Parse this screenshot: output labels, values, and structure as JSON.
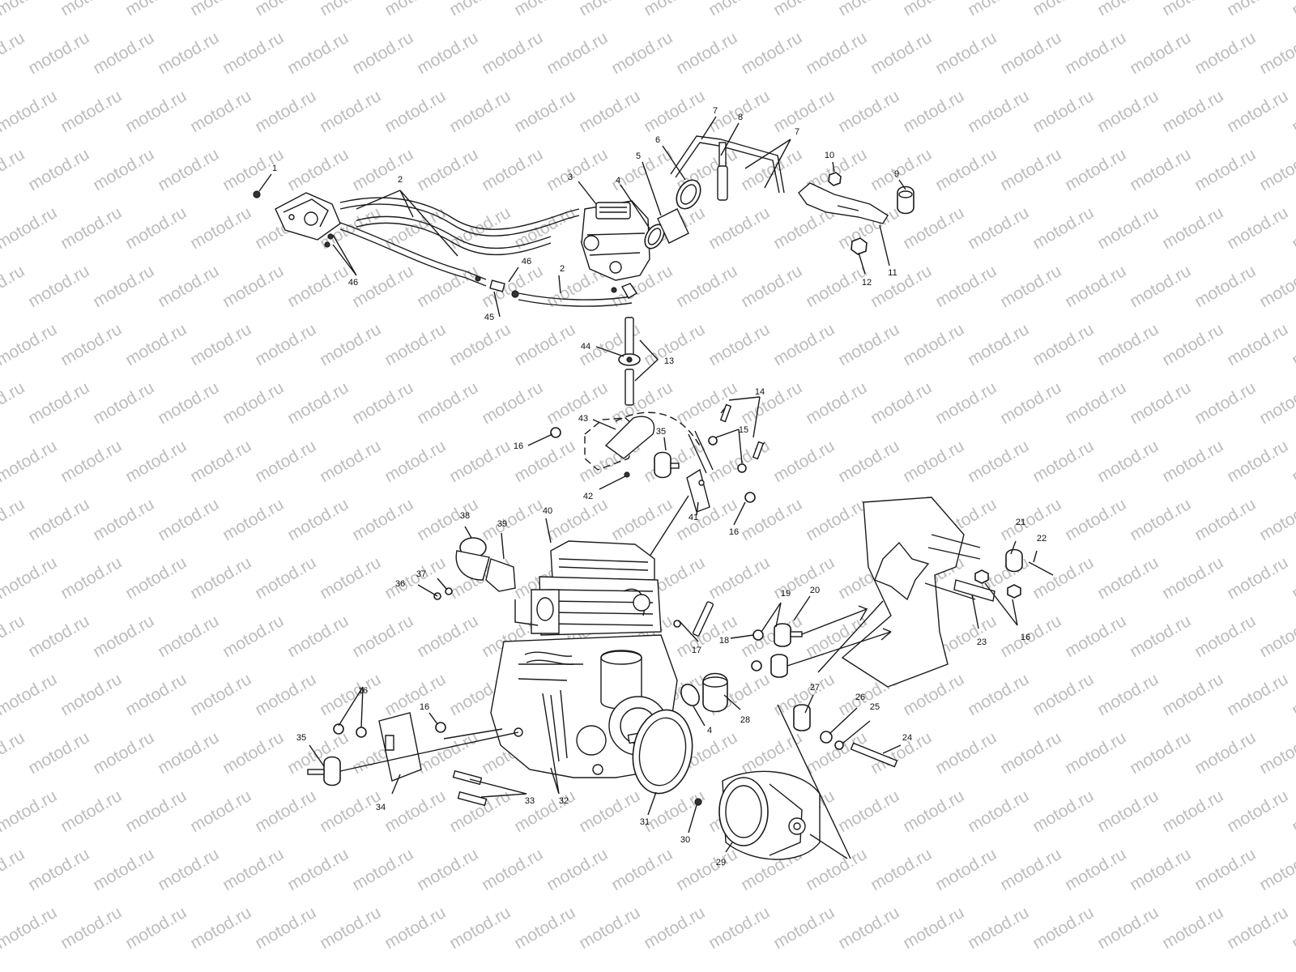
{
  "watermark": {
    "text": "motod.ru"
  },
  "callouts": [
    {
      "id": "c1",
      "text": "1"
    },
    {
      "id": "c2a",
      "text": "2"
    },
    {
      "id": "c2b",
      "text": "2"
    },
    {
      "id": "c3",
      "text": "3"
    },
    {
      "id": "c4a",
      "text": "4"
    },
    {
      "id": "c4b",
      "text": "4"
    },
    {
      "id": "c5",
      "text": "5"
    },
    {
      "id": "c6",
      "text": "6"
    },
    {
      "id": "c7a",
      "text": "7"
    },
    {
      "id": "c7b",
      "text": "7"
    },
    {
      "id": "c8",
      "text": "8"
    },
    {
      "id": "c9",
      "text": "9"
    },
    {
      "id": "c10",
      "text": "10"
    },
    {
      "id": "c11",
      "text": "11"
    },
    {
      "id": "c12",
      "text": "12"
    },
    {
      "id": "c13",
      "text": "13"
    },
    {
      "id": "c14",
      "text": "14"
    },
    {
      "id": "c15",
      "text": "15"
    },
    {
      "id": "c16a",
      "text": "16"
    },
    {
      "id": "c16b",
      "text": "16"
    },
    {
      "id": "c16c",
      "text": "16"
    },
    {
      "id": "c16d",
      "text": "16"
    },
    {
      "id": "c16e",
      "text": "16"
    },
    {
      "id": "c17",
      "text": "17"
    },
    {
      "id": "c18",
      "text": "18"
    },
    {
      "id": "c19",
      "text": "19"
    },
    {
      "id": "c20",
      "text": "20"
    },
    {
      "id": "c21",
      "text": "21"
    },
    {
      "id": "c22",
      "text": "22"
    },
    {
      "id": "c23",
      "text": "23"
    },
    {
      "id": "c24",
      "text": "24"
    },
    {
      "id": "c25",
      "text": "25"
    },
    {
      "id": "c26",
      "text": "26"
    },
    {
      "id": "c27",
      "text": "27"
    },
    {
      "id": "c28",
      "text": "28"
    },
    {
      "id": "c29",
      "text": "29"
    },
    {
      "id": "c30",
      "text": "30"
    },
    {
      "id": "c31",
      "text": "31"
    },
    {
      "id": "c32",
      "text": "32"
    },
    {
      "id": "c33",
      "text": "33"
    },
    {
      "id": "c34",
      "text": "34"
    },
    {
      "id": "c35a",
      "text": "35"
    },
    {
      "id": "c35b",
      "text": "35"
    },
    {
      "id": "c36",
      "text": "36"
    },
    {
      "id": "c37",
      "text": "37"
    },
    {
      "id": "c38",
      "text": "38"
    },
    {
      "id": "c39",
      "text": "39"
    },
    {
      "id": "c40",
      "text": "40"
    },
    {
      "id": "c41",
      "text": "41"
    },
    {
      "id": "c42",
      "text": "42"
    },
    {
      "id": "c43",
      "text": "43"
    },
    {
      "id": "c44",
      "text": "44"
    },
    {
      "id": "c45",
      "text": "45"
    },
    {
      "id": "c46a",
      "text": "46"
    },
    {
      "id": "c46b",
      "text": "46"
    }
  ]
}
